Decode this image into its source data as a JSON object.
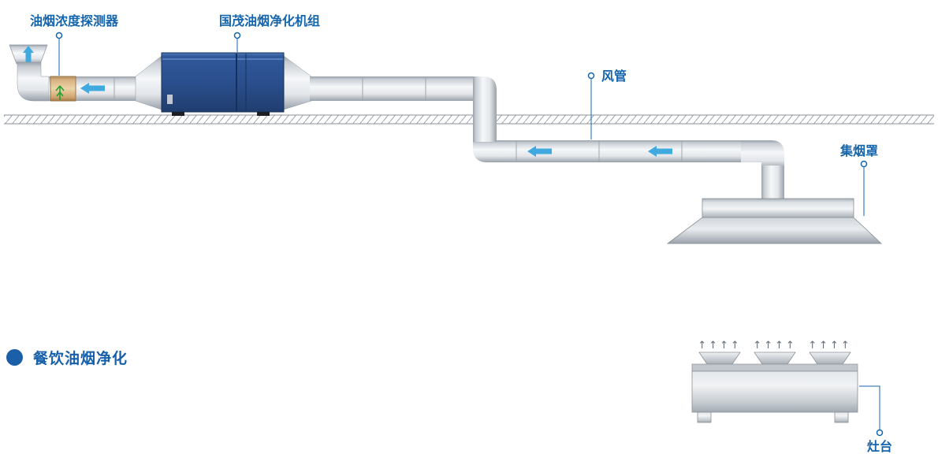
{
  "diagram": {
    "heading": {
      "title": "餐饮油烟净化"
    },
    "labels": {
      "detector": "油烟浓度探测器",
      "purifier": "国茂油烟净化机组",
      "duct": "风管",
      "hood": "集烟罩",
      "stove": "灶台"
    },
    "icons": {
      "steam_up": "↑↑↑↑",
      "flow_arrow": "left-arrow",
      "exhaust_arrow": "up-arrow"
    },
    "colors": {
      "label_blue": "#1565ad",
      "heading_blue": "#1660ab",
      "flow_arrow_blue": "#3fa9e0",
      "unit_blue": "#2b4f8e",
      "duct_gray": "#e2e5e9",
      "detector_tan": "#d9b384",
      "detector_green": "#21a12e"
    }
  }
}
